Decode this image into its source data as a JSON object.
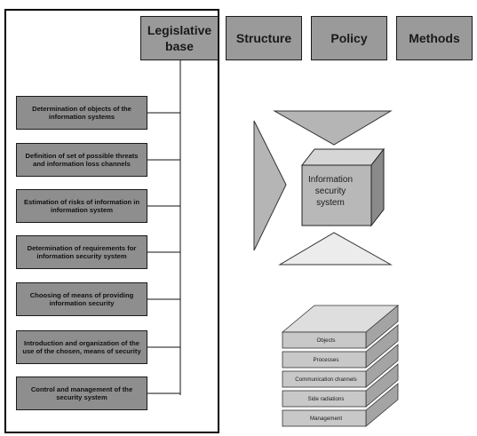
{
  "tabs": {
    "legislative": "Legislative base",
    "structure": "Structure",
    "policy": "Policy",
    "methods": "Methods"
  },
  "steps": [
    "Determination of objects of the information systems",
    "Definition of set of possible threats and information loss channels",
    "Estimation of risks of information in information system",
    "Determination of requirements for information security system",
    "Choosing of means of providing information security",
    "Introduction and organization of the use of the chosen, means of security",
    "Control and management of the security system"
  ],
  "cube_label": "Information security system",
  "layers": [
    "Objects",
    "Processes",
    "Communication channels",
    "Side radiations",
    "Management"
  ],
  "colors": {
    "box_fill": "#8e8e8e",
    "tab_fill": "#9a9a9a",
    "arrow_fill": "#b5b5b5",
    "arrow_light": "#ececec",
    "cube_front": "#b8b8b8",
    "cube_top": "#d6d6d6",
    "cube_side": "#8a8a8a",
    "layer_front": "#c8c8c8",
    "layer_side": "#a4a4a4",
    "layer_top": "#dedede"
  }
}
